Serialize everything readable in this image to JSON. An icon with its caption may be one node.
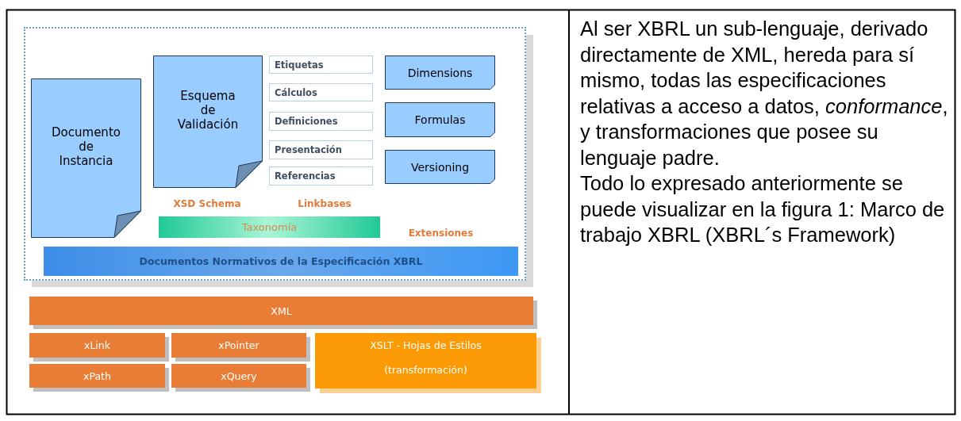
{
  "diagram": {
    "nodes": [
      {
        "text": [],
        "shape": "box"
      },
      {
        "text": [
          "Documento de Instancia"
        ],
        "in": 0
      },
      {
        "text": [
          "Esquema de Validación"
        ],
        "in": 0
      },
      {
        "text": [
          "Etiquetas"
        ],
        "in": 0
      },
      {
        "text": [
          "Cálculos"
        ],
        "in": 0
      },
      {
        "text": [
          "Definiciones"
        ],
        "in": 0
      },
      {
        "text": [
          "Presentación"
        ],
        "in": 0
      },
      {
        "text": [
          "Referencias"
        ],
        "in": 0
      },
      {
        "text": [
          "Dimensions"
        ],
        "in": 0
      },
      {
        "text": [
          "Formulas"
        ],
        "in": 0
      },
      {
        "text": [
          "Versioning"
        ],
        "in": 0
      },
      {
        "text": [
          "Taxonomía"
        ],
        "in": 0
      },
      {
        "text": [
          "Documentos Normativos de la Especificación XBRL"
        ],
        "in": 0
      },
      {
        "text": [
          "XML"
        ]
      },
      {
        "text": [
          "xLink"
        ]
      },
      {
        "text": [
          "xPointer"
        ]
      },
      {
        "text": [
          "XSLT - Hojas de Estilos (transformación)"
        ]
      },
      {
        "text": [
          "xPath"
        ]
      },
      {
        "text": [
          "xQuery"
        ]
      }
    ],
    "labels": [
      "XSD Schema",
      "Linkbases",
      "Extensiones",
      "Al ser XBRL un sub-lenguaje, derivado directamente de XML, hereda para sí mismo, todas las especificaciones relativas a acceso a datos, *conformance*, y transformaciones que posee su lenguaje padre.",
      "Todo lo expresado anteriormente se puede visualizar en la figura 1: Marco de trabajo XBRL (XBRL´s Framework)"
    ]
  }
}
